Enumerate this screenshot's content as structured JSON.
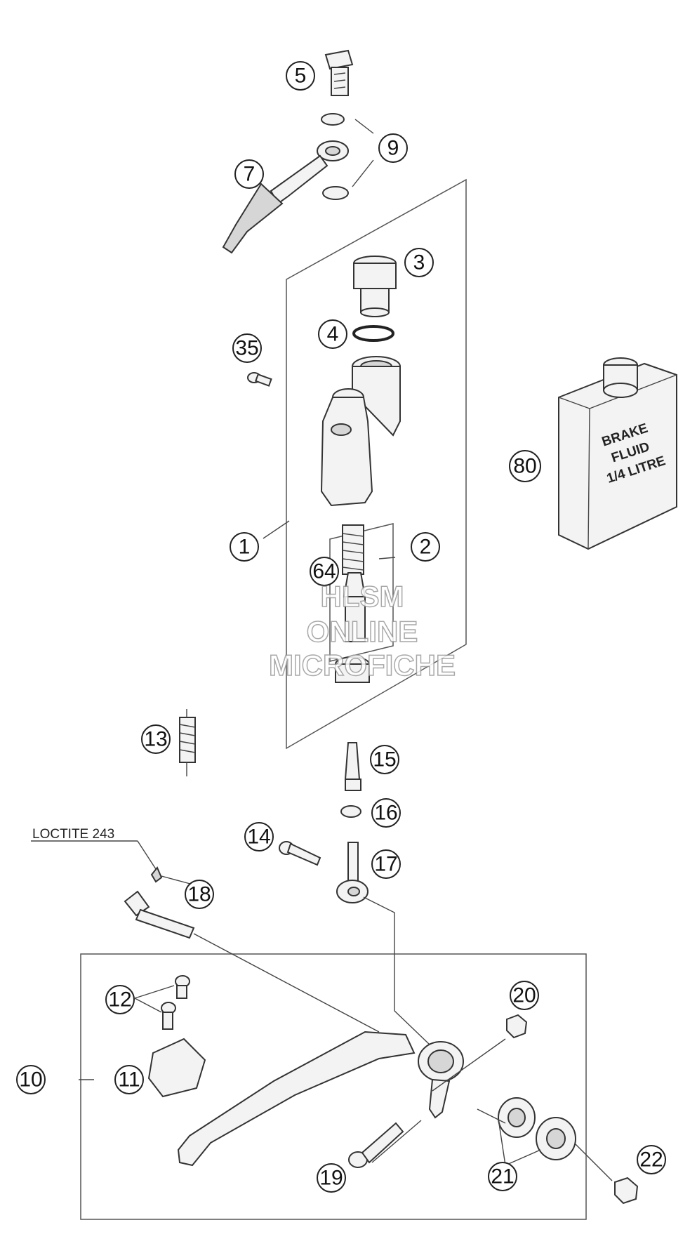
{
  "callouts": {
    "c1": "1",
    "c2": "2",
    "c3": "3",
    "c4": "4",
    "c5": "5",
    "c7": "7",
    "c9": "9",
    "c10": "10",
    "c11": "11",
    "c12": "12",
    "c13": "13",
    "c14": "14",
    "c15": "15",
    "c16": "16",
    "c17": "17",
    "c18": "18",
    "c19": "19",
    "c20": "20",
    "c21": "21",
    "c22": "22",
    "c35": "35",
    "c64": "64",
    "c80": "80"
  },
  "notes": {
    "loctite": "LOCTITE 243"
  },
  "brake_fluid": {
    "line1": "BRAKE",
    "line2": "FLUID",
    "line3": "1/4 LITRE"
  },
  "watermark": {
    "line1": "HLSM",
    "line2": "ONLINE",
    "line3": "MICROFICHE"
  }
}
